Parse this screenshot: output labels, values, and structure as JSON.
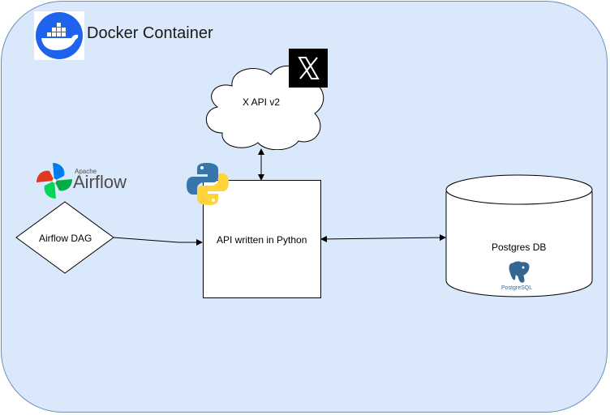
{
  "container": {
    "title": "Docker Container"
  },
  "nodes": {
    "x_api": {
      "label": "X API v2"
    },
    "api": {
      "label": "API written in Python"
    },
    "dag": {
      "label": "Airflow DAG"
    },
    "db": {
      "label": "Postgres DB"
    }
  },
  "logos": {
    "docker": {
      "icon": "docker-whale-icon",
      "color": "#1d63ed"
    },
    "x": {
      "icon": "x-logo-icon",
      "text": "𝕏"
    },
    "airflow": {
      "icon": "airflow-pinwheel-icon",
      "small": "Apache",
      "big": "Airflow"
    },
    "python": {
      "icon": "python-logo-icon",
      "colors": [
        "#3776ab",
        "#ffd43b"
      ]
    },
    "postgres": {
      "icon": "postgres-elephant-icon",
      "text": "PostgreSQL"
    }
  },
  "colors": {
    "container_fill": "#dae8fc",
    "container_stroke": "#6c8ebf"
  }
}
